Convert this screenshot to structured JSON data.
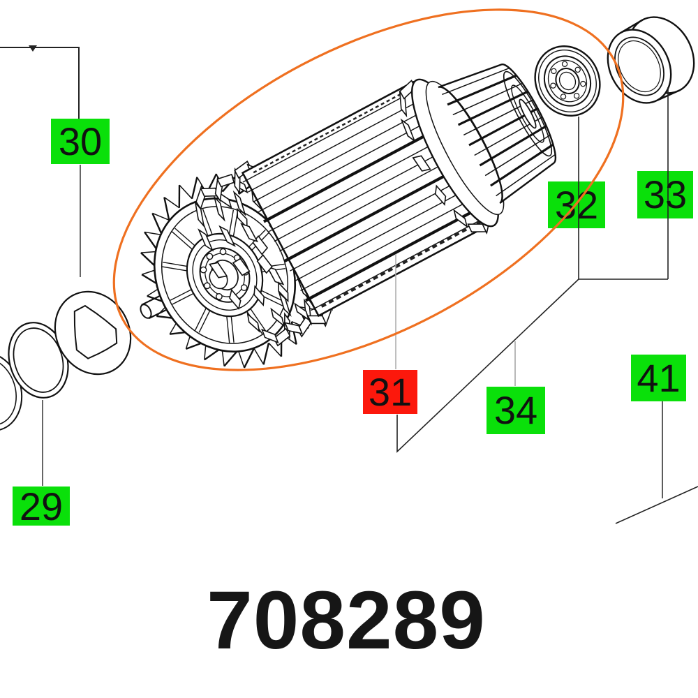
{
  "diagram": {
    "part_number": "708289",
    "callouts": [
      {
        "id": "29",
        "label": "29",
        "style": "green"
      },
      {
        "id": "30",
        "label": "30",
        "style": "green"
      },
      {
        "id": "31",
        "label": "31",
        "style": "red"
      },
      {
        "id": "32",
        "label": "32",
        "style": "green"
      },
      {
        "id": "33",
        "label": "33",
        "style": "green"
      },
      {
        "id": "34",
        "label": "34",
        "style": "green"
      },
      {
        "id": "41",
        "label": "41",
        "style": "green"
      }
    ],
    "colors": {
      "green": "#0ae00a",
      "red": "#fc180c",
      "highlight": "#ef7020",
      "line": "#111111"
    }
  }
}
